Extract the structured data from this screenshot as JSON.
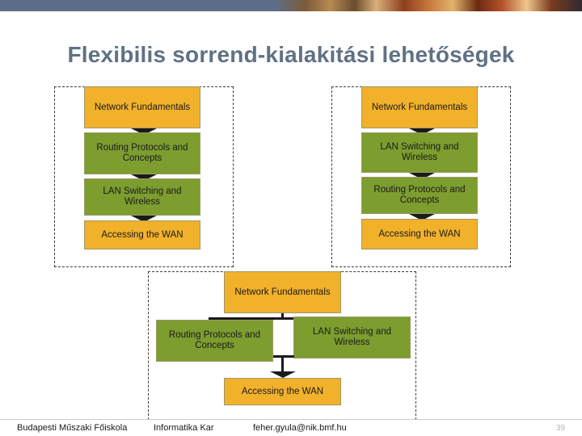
{
  "slide": {
    "title": "Flexibilis sorrend-kialakitási lehetőségek"
  },
  "left_path": {
    "step1": "Network Fundamentals",
    "step2": "Routing Protocols and Concepts",
    "step3": "LAN Switching and Wireless",
    "step4": "Accessing the WAN"
  },
  "right_path": {
    "step1": "Network Fundamentals",
    "step2": "LAN Switching and Wireless",
    "step3": "Routing Protocols and Concepts",
    "step4": "Accessing the WAN"
  },
  "bottom_path": {
    "step1": "Network Fundamentals",
    "step2a": "Routing Protocols and Concepts",
    "step2b": "LAN Switching and Wireless",
    "step3": "Accessing the WAN"
  },
  "footer": {
    "school": "Budapesti Műszaki Főiskola",
    "faculty": "Informatika Kar",
    "email": "feher.gyula@nik.bmf.hu",
    "page": "39"
  },
  "colors": {
    "yellow_box": "#f2b12b",
    "green_box": "#7d9d2f",
    "title": "#5f7185"
  }
}
